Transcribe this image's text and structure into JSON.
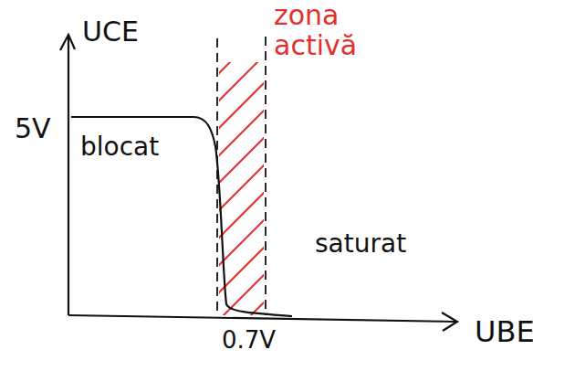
{
  "diagram": {
    "labels": [
      "UCE",
      "zona activă",
      "5V",
      "blocat",
      "saturat",
      "0.7V",
      "UBE"
    ]
  }
}
